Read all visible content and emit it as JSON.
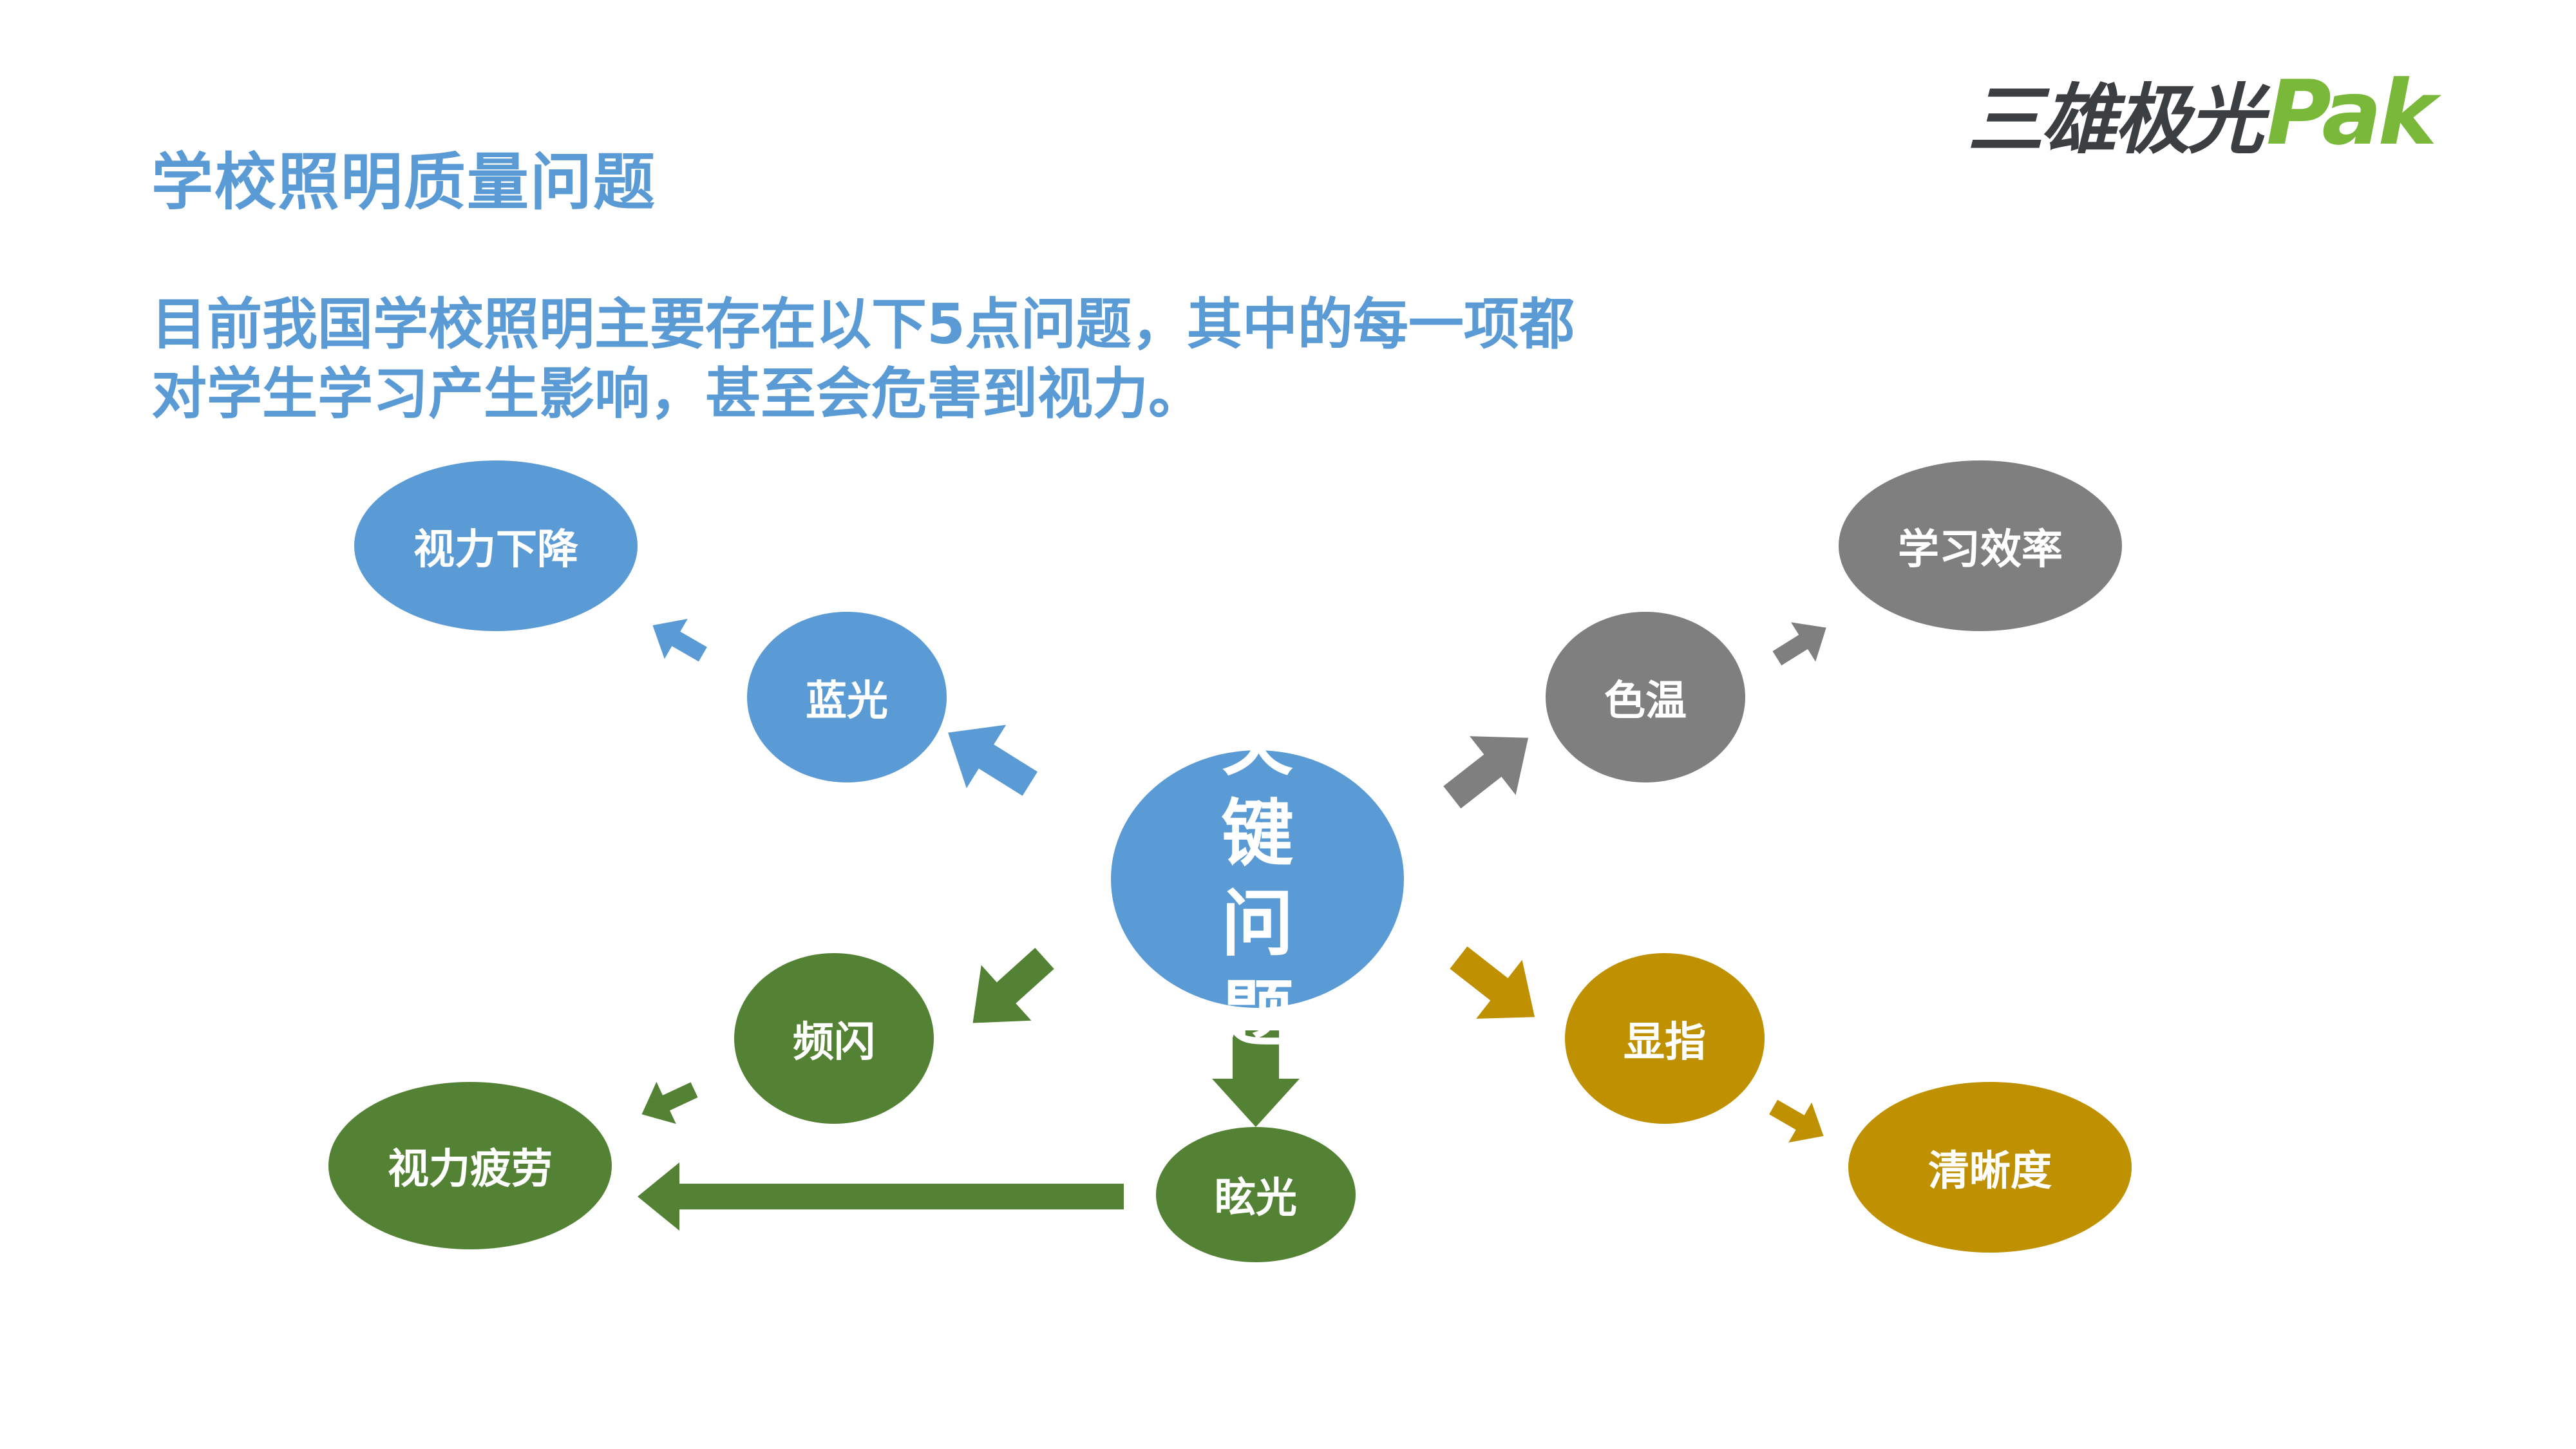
{
  "title": "学校照明质量问题",
  "intro": {
    "line1": "目前我国学校照明主要存在以下5点问题，其中的每一项都",
    "line2": "对学生学习产生影响，甚至会危害到视力。"
  },
  "logo": {
    "cn": "三雄极光",
    "en": "Pak"
  },
  "colors": {
    "blue": "#5b9bd5",
    "gray": "#7f7f7f",
    "green": "#548235",
    "gold": "#bf9000",
    "logo_dark": "#3c3f42",
    "logo_green": "#7ab83a"
  },
  "diagram": {
    "center": "关键问题",
    "blue_light": "蓝光",
    "vision_decline": "视力下降",
    "color_temp": "色温",
    "study_efficiency": "学习效率",
    "flicker": "频闪",
    "vision_fatigue": "视力疲劳",
    "glare": "眩光",
    "color_rendering": "显指",
    "clarity": "清晰度"
  }
}
